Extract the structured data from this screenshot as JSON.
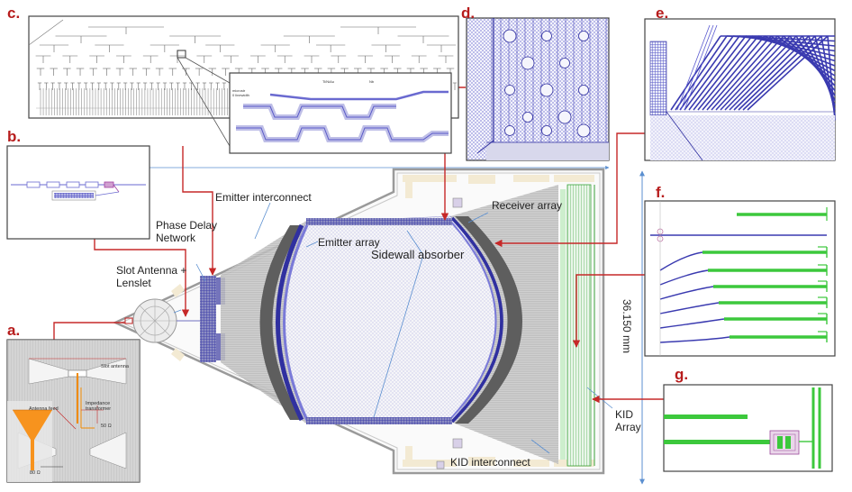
{
  "panels": {
    "a": "a.",
    "b": "b.",
    "c": "c.",
    "d": "d.",
    "e": "e.",
    "f": "f.",
    "g": "g."
  },
  "labels": {
    "slot_antenna_lenslet": "Slot Antenna +\nLenslet",
    "phase_delay_network": "Phase Delay\nNetwork",
    "emitter_interconnect": "Emitter interconnect",
    "emitter_array": "Emitter array",
    "sidewall_absorber": "Sidewall absorber",
    "receiver_array": "Receiver array",
    "kid_array": "KID\nArray",
    "kid_interconnect": "KID interconnect",
    "dimension": "36.150 mm"
  },
  "inset_a": {
    "slot_antenna": "Slot antenna",
    "antenna_feed": "Antenna feed",
    "impedance_transformer": "Impedance\ntransformer",
    "ohm_50": "50 Ω",
    "ohm_80": "80 Ω"
  },
  "inset_c": {
    "tiny1": "microstr\n0 linewidth",
    "tiny2": "Ti/NiAu",
    "tiny3": "Nb"
  },
  "colors": {
    "label_red": "#b71c1c",
    "arrow_red": "#c62828",
    "circuit_blue": "#5a5ac8",
    "kid_green": "#2ec43a",
    "chip_beige": "#f3ead3",
    "outline_gray": "#9a9a9a",
    "dim_blue": "#5b8fd0"
  }
}
